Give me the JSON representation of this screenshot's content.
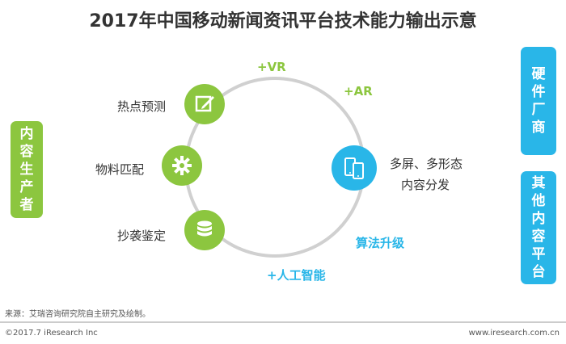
{
  "title": "2017年中国移动新闻资讯平台技术能力输出示意",
  "left_box": {
    "label": "内容生产者"
  },
  "right_boxes": [
    {
      "label": "硬件厂商"
    },
    {
      "label": "其他内容平台"
    }
  ],
  "nodes": [
    {
      "label": "热点预测",
      "icon": "edit-icon"
    },
    {
      "label": "物料匹配",
      "icon": "gear-icon"
    },
    {
      "label": "抄袭鉴定",
      "icon": "database-icon"
    }
  ],
  "output": {
    "line1": "多屏、多形态",
    "line2": "内容分发",
    "icon": "devices-icon"
  },
  "tags": {
    "vr": "+VR",
    "ar": "+AR",
    "algo": "算法升级",
    "ai": "+人工智能"
  },
  "source": "来源：艾瑞咨询研究院自主研究及绘制。",
  "footer": {
    "copyright": "©2017.7 iResearch Inc",
    "url": "www.iresearch.com.cn"
  },
  "colors": {
    "green": "#8cc63f",
    "blue": "#29b6e8",
    "ring": "#d0d0d0"
  }
}
